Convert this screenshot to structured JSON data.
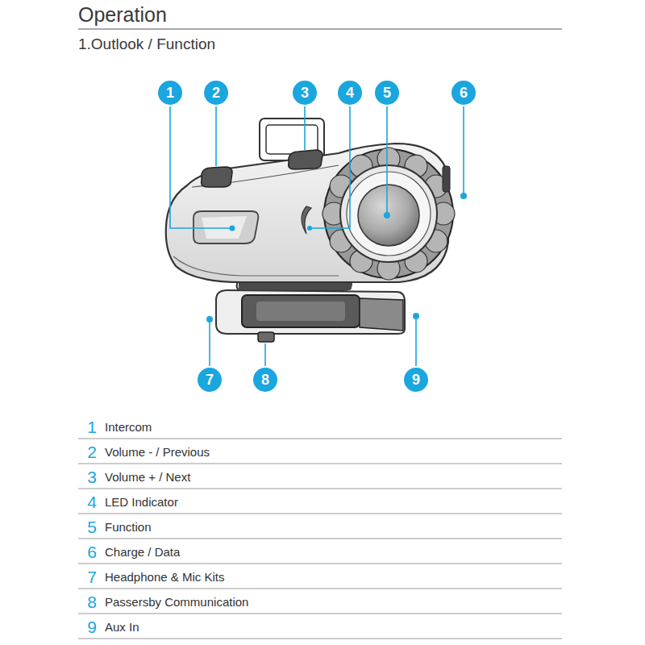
{
  "diagram": {
    "title": "Operation",
    "nodes": [
      {
        "text": [
          "1"
        ]
      },
      {
        "text": [
          "2"
        ]
      },
      {
        "text": [
          "3"
        ]
      },
      {
        "text": [
          "4"
        ]
      },
      {
        "text": [
          "5"
        ]
      },
      {
        "text": [
          "6"
        ]
      },
      {
        "text": [
          "7"
        ]
      },
      {
        "text": [
          "8"
        ]
      },
      {
        "text": [
          "9"
        ]
      }
    ],
    "labels": [
      "1.Outlook / Function",
      "1",
      "Intercom",
      "2",
      "Volume - / Previous",
      "3",
      "Volume + / Next",
      "4",
      "LED Indicator",
      "5",
      "Function",
      "6",
      "Charge / Data",
      "7",
      "Headphone & Mic Kits",
      "8",
      "Passersby Communication",
      "9",
      "Aux In"
    ]
  }
}
